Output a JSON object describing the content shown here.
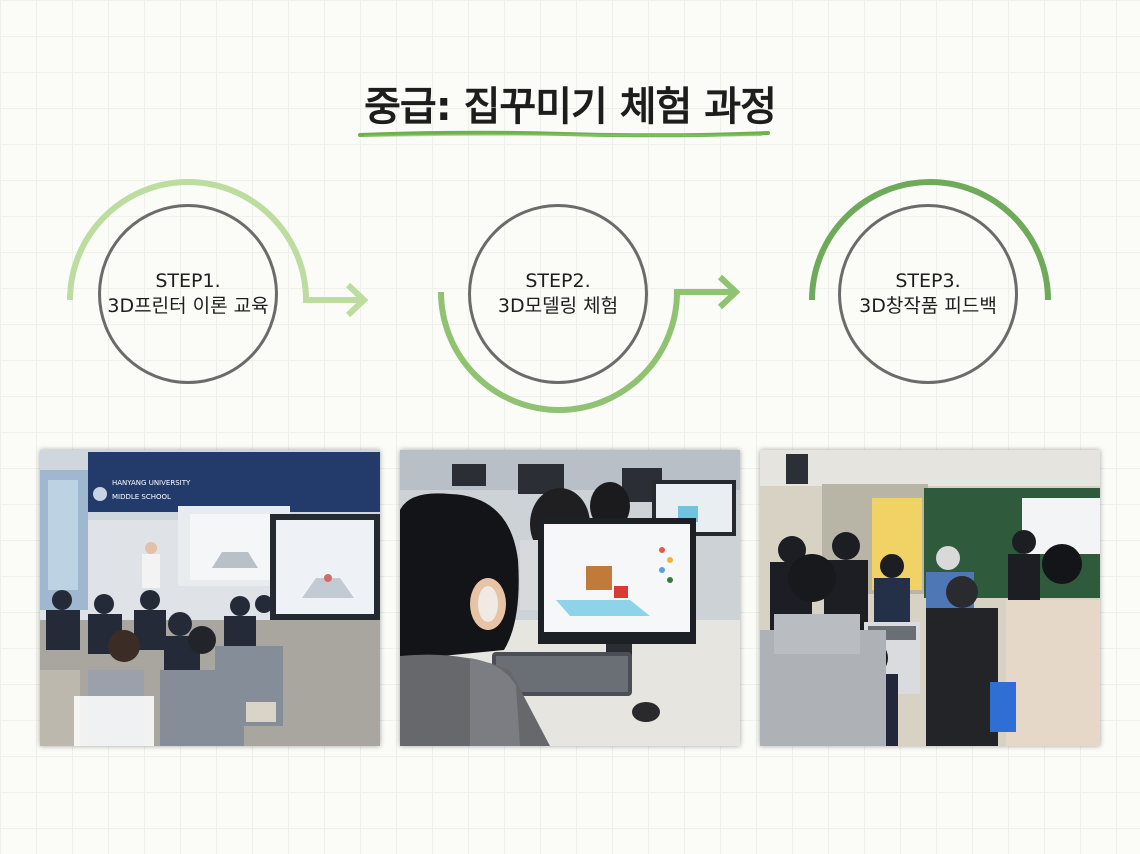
{
  "title": "중급: 집꾸미기 체험 과정",
  "steps": [
    {
      "step": "STEP1.",
      "desc": "3D프린터 이론 교육"
    },
    {
      "step": "STEP2.",
      "desc": "3D모델링 체험"
    },
    {
      "step": "STEP3.",
      "desc": "3D창작품 피드백"
    }
  ],
  "photos": [
    {
      "sign_line1": "HANYANG UNIVERSITY",
      "sign_line2": "MIDDLE SCHOOL"
    }
  ],
  "colors": {
    "arc_step1": "#bcdca0",
    "arc_step2": "#8fc271",
    "arc_step3": "#6fa95a",
    "brush": "#6db04e",
    "circle_border": "#6b6b6b"
  }
}
